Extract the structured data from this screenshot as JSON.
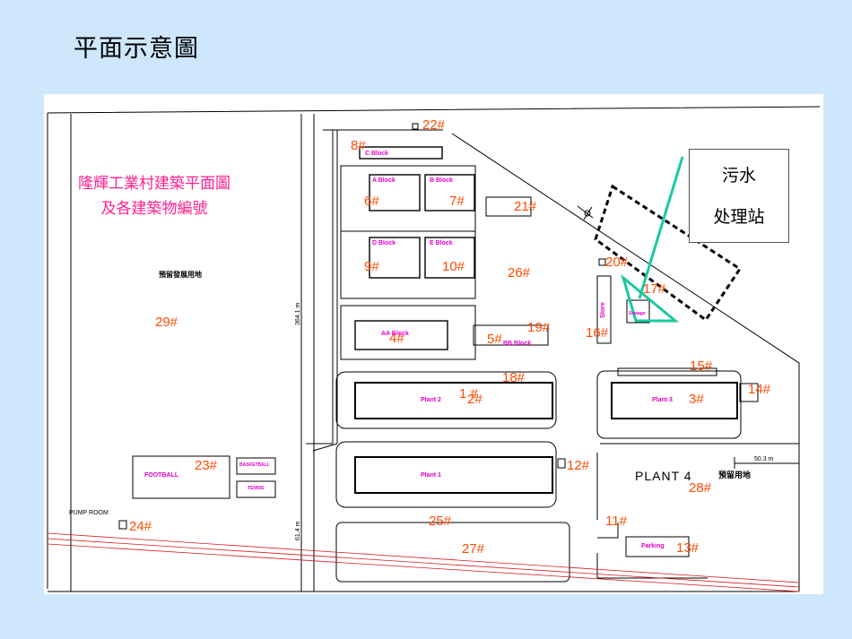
{
  "slide": {
    "title": "平面示意圖"
  },
  "plan_heading": {
    "line1": "隆輝工業村建築平面圖",
    "line2": "及各建築物編號"
  },
  "sewage_station": {
    "line1": "污水",
    "line2": "处理站"
  },
  "building_numbers": {
    "n1": "1 #",
    "n2": "2#",
    "n3": "3#",
    "n4": "4#",
    "n5": "5#",
    "n6": "6#",
    "n7": "7#",
    "n8": "8#",
    "n9": "9#",
    "n10": "10#",
    "n11": "11#",
    "n12": "12#",
    "n13": "13#",
    "n14": "14#",
    "n15": "15#",
    "n16": "16#",
    "n17": "17#",
    "n18": "18#",
    "n19": "19#",
    "n20": "20#",
    "n21": "21#",
    "n22": "22#",
    "n23": "23#",
    "n24": "24#",
    "n25": "25#",
    "n26": "26#",
    "n27": "27#",
    "n28": "28#",
    "n29": "29#"
  },
  "block_labels": {
    "c_block": "C Block",
    "a_block": "A Block",
    "b_block": "B Block",
    "d_block": "D Block",
    "e_block": "E Block",
    "aa_block": "AA Block",
    "bb_block": "BB Block",
    "plant1": "Plant 1",
    "plant2": "Plant 2",
    "plant3": "Plant 3",
    "store": "Store",
    "sewage": "Sewage",
    "parking": "Parking",
    "football": "FOOTBALL",
    "basketball": "BASKETBALL",
    "tennis": "TENNIS"
  },
  "site_labels": {
    "pump_room": "PUMP ROOM",
    "plant4": "PLANT  4",
    "reserved_right": "預留用地",
    "reserved_left": "預留發展用地",
    "dim_vertical": "364.1 m",
    "dim_vertical_lower": "61.4 m",
    "dim_horizontal": "50.3 m"
  },
  "colors": {
    "background": "#cfe7fd",
    "number_text": "#ff4a00",
    "block_text": "#e600c8",
    "heading_text": "#ff1f8f",
    "sewage_arrow": "#1ac9a0",
    "road_red": "#d81b1b"
  },
  "icons": {
    "north_arrow": "compass-icon"
  }
}
